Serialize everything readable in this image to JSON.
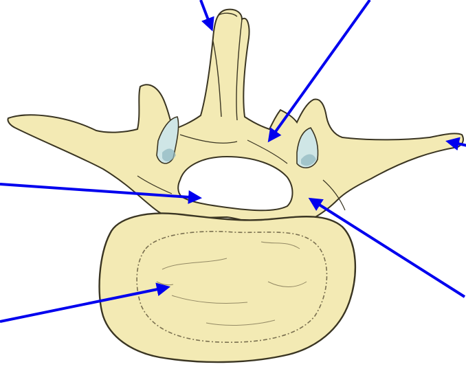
{
  "figure": {
    "subject": "vertebra-superior-view",
    "labels_visible": false
  },
  "colors": {
    "background": "#ffffff",
    "bone_fill": "#f3eab4",
    "bone_outline": "#3a3522",
    "cartilage": "#cfe6e6",
    "cartilage_shadow": "#8fb7bf",
    "body_texture": "#7a7050",
    "arrow": "#0000ee"
  },
  "arrows": [
    {
      "id": "arrow-spinous-process",
      "points_to": "spinous-process"
    },
    {
      "id": "arrow-lamina",
      "points_to": "lamina"
    },
    {
      "id": "arrow-transverse-process-right",
      "points_to": "transverse-process"
    },
    {
      "id": "arrow-vertebral-foramen",
      "points_to": "vertebral-foramen"
    },
    {
      "id": "arrow-pedicle",
      "points_to": "pedicle"
    },
    {
      "id": "arrow-vertebral-body",
      "points_to": "vertebral-body"
    }
  ]
}
